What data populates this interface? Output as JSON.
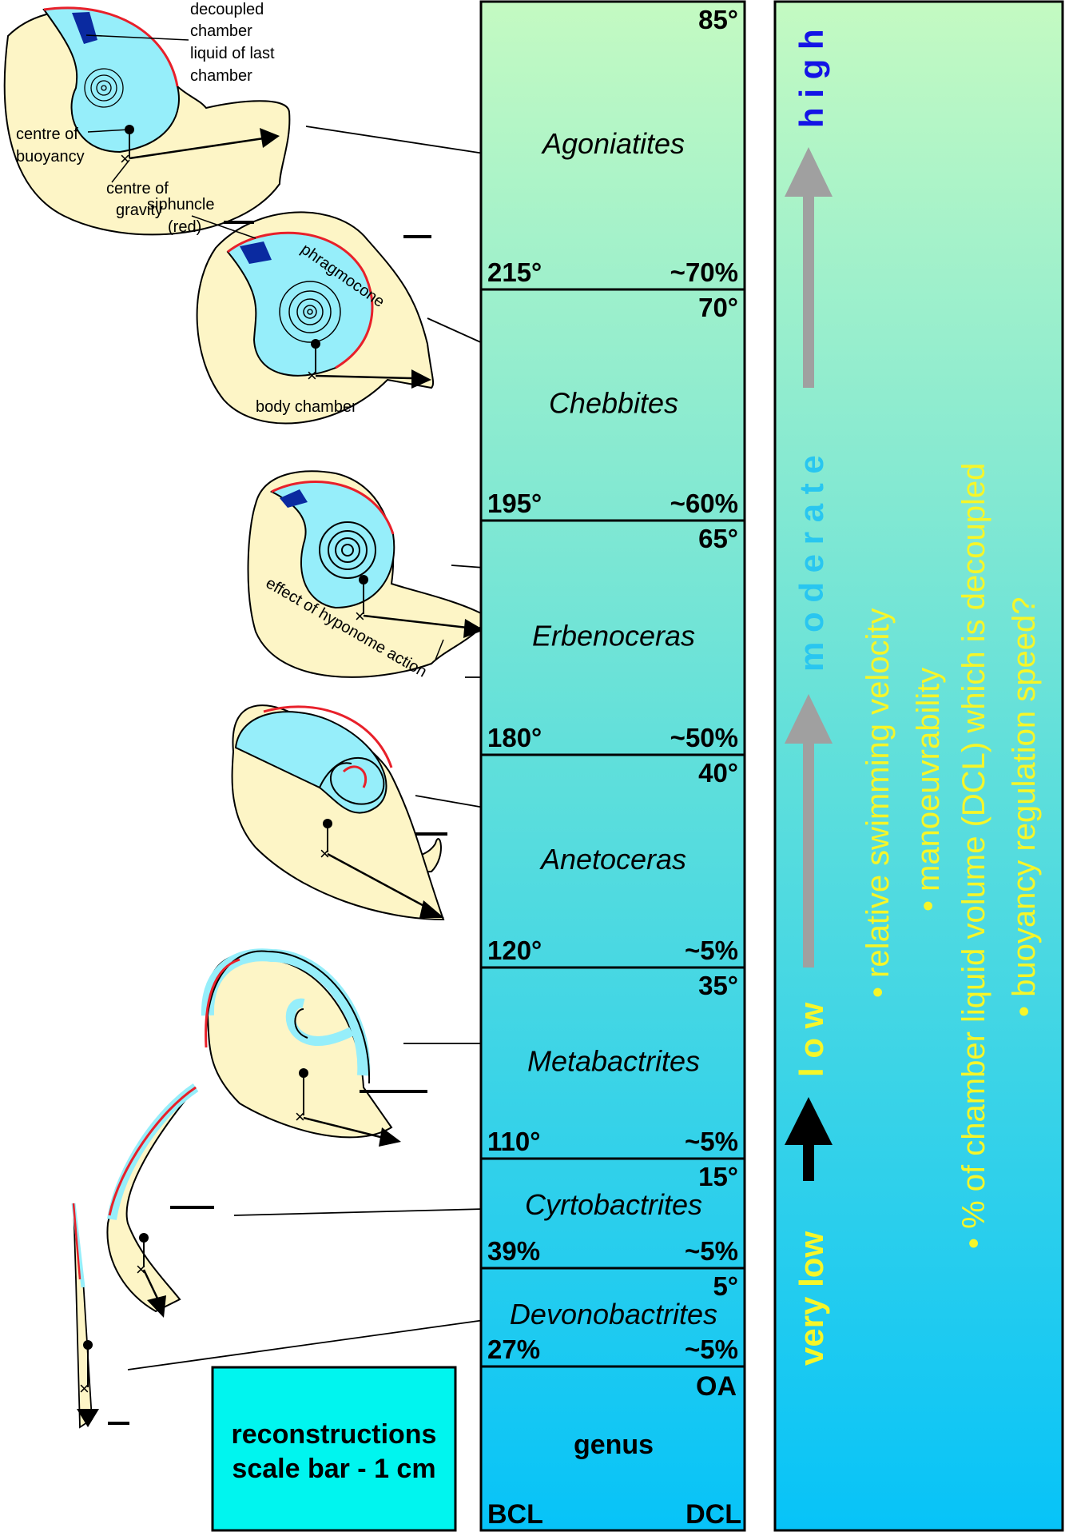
{
  "genera": [
    {
      "name": "Agoniatites",
      "oa": "85°",
      "bcl": "215°",
      "dcl": "~70%"
    },
    {
      "name": "Chebbites",
      "oa": "70°",
      "bcl": "195°",
      "dcl": "~60%"
    },
    {
      "name": "Erbenoceras",
      "oa": "65°",
      "bcl": "180°",
      "dcl": "~50%"
    },
    {
      "name": "Anetoceras",
      "oa": "40°",
      "bcl": "120°",
      "dcl": "~5%"
    },
    {
      "name": "Metabactrites",
      "oa": "35°",
      "bcl": "110°",
      "dcl": "~5%"
    },
    {
      "name": "Cyrtobactrites",
      "oa": "15°",
      "bcl": "39%",
      "dcl": "~5%"
    },
    {
      "name": "Devonobactrites",
      "oa": "5°",
      "bcl": "27%",
      "dcl": "~5%"
    }
  ],
  "legend_row": {
    "oa": "OA",
    "genus": "genus",
    "bcl": "BCL",
    "dcl": "DCL"
  },
  "scale_box": {
    "line1": "reconstructions",
    "line2": "scale bar - 1 cm"
  },
  "shell_labels": {
    "decoupled": "decoupled",
    "chamber": "chamber",
    "liquid_of_last": "liquid of last",
    "chamber2": "chamber",
    "centre_of": "centre of",
    "buoyancy": "buoyancy",
    "centre_of2": "centre of",
    "gravity": "gravity",
    "siphuncle": "siphuncle",
    "red": "(red)",
    "phragmocone": "phragmocone",
    "body_chamber": "body chamber",
    "hyponome": "effect of hyponome action"
  },
  "scale_panel": {
    "very_low": "very low",
    "low": "l o w",
    "moderate": "m o d e r a t e",
    "high": "h i g h",
    "bullets": [
      "• relative swimming velocity",
      "• manoeuvrability",
      "• % of chamber liquid volume (DCL) which is decoupled",
      "• buoyancy regulation speed?"
    ]
  },
  "colors": {
    "gradient_top": "#c4fac2",
    "gradient_bottom": "#07c3f8",
    "shell_cream": "#fdf5c6",
    "shell_cyan": "#96eefa",
    "siphuncle_red": "#e8202a",
    "dark_blue": "#0a2aa0",
    "scale_box_cyan": "#00f5ef",
    "text_yellow": "#f6f629",
    "text_blue": "#1414e6",
    "text_cyan": "#29c6f0",
    "arrow_grey": "#a0a0a0"
  }
}
